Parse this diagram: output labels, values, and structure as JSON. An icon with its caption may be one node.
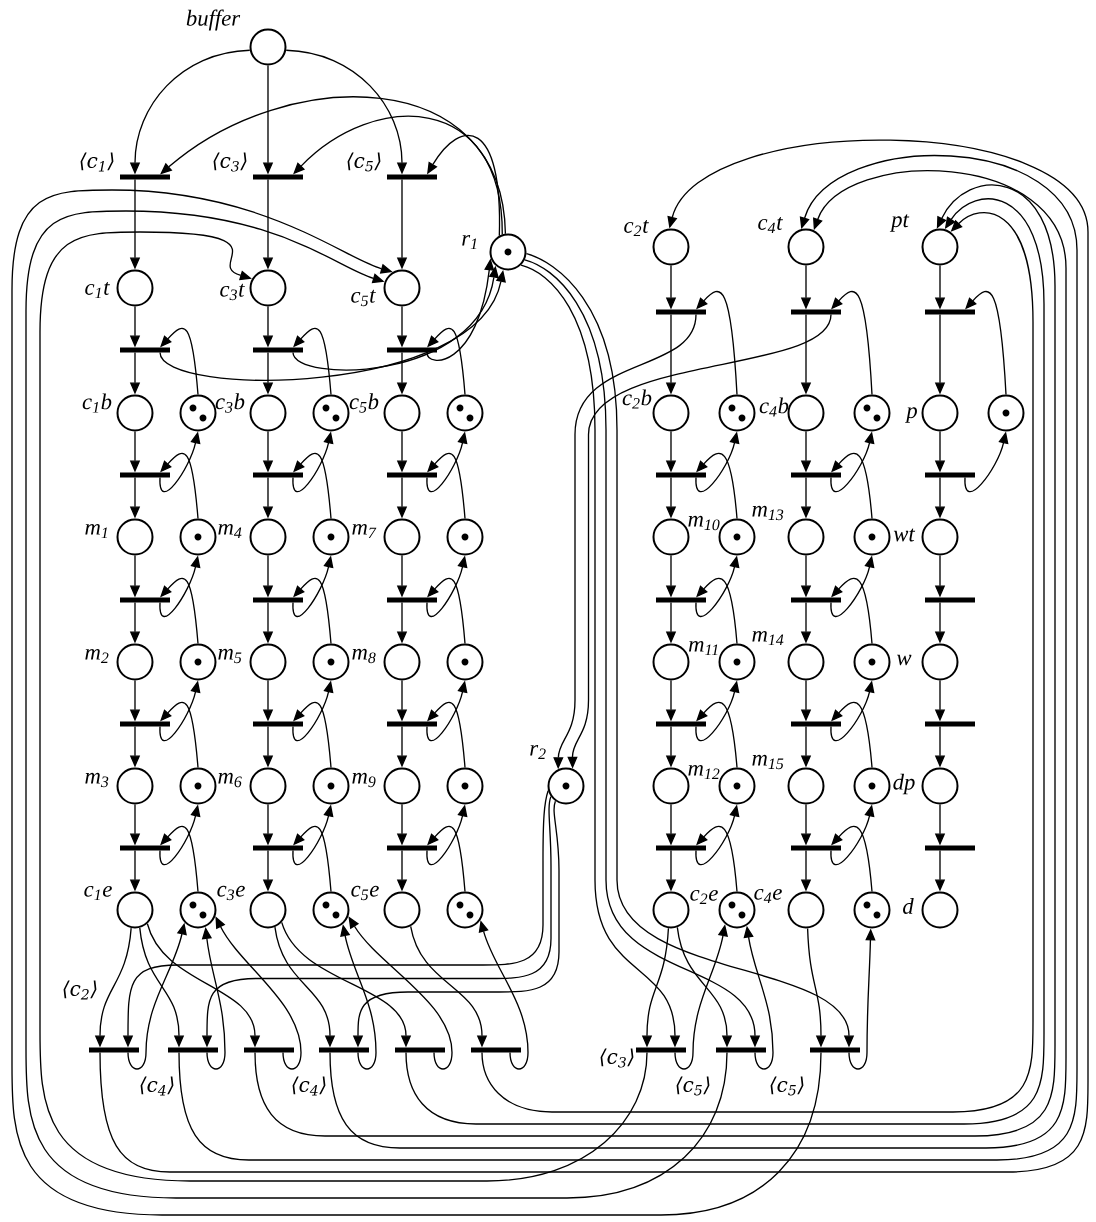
{
  "diagram": {
    "nodes": [
      {
        "text": [
          "buffer"
        ]
      },
      {
        "text": [],
        "shape": "bar",
        "beside": [
          "⟨c$_{1}$⟩"
        ]
      },
      {
        "text": [
          "c$_{1}$t"
        ]
      },
      {
        "text": [],
        "shape": "bar"
      },
      {
        "text": [
          "c$_{1}$b"
        ]
      },
      {
        "text": [],
        "shape": "circle"
      },
      {
        "text": [],
        "shape": "bar"
      },
      {
        "text": [
          "m$_{1}$"
        ]
      },
      {
        "text": [],
        "shape": "circle"
      },
      {
        "text": [],
        "shape": "bar"
      },
      {
        "text": [
          "m$_{2}$"
        ]
      },
      {
        "text": [],
        "shape": "circle"
      },
      {
        "text": [],
        "shape": "bar"
      },
      {
        "text": [
          "m$_{3}$"
        ]
      },
      {
        "text": [],
        "shape": "circle"
      },
      {
        "text": [],
        "shape": "bar"
      },
      {
        "text": [
          "c$_{1}$e"
        ]
      },
      {
        "text": [],
        "shape": "circle"
      },
      {
        "text": [],
        "shape": "bar",
        "beside": [
          "⟨c$_{3}$⟩"
        ]
      },
      {
        "text": [
          "c$_{3}$t"
        ]
      },
      {
        "text": [],
        "shape": "bar"
      },
      {
        "text": [
          "c$_{3}$b"
        ]
      },
      {
        "text": [],
        "shape": "circle"
      },
      {
        "text": [],
        "shape": "bar"
      },
      {
        "text": [
          "m$_{4}$"
        ]
      },
      {
        "text": [],
        "shape": "circle"
      },
      {
        "text": [],
        "shape": "bar"
      },
      {
        "text": [
          "m$_{5}$"
        ]
      },
      {
        "text": [],
        "shape": "circle"
      },
      {
        "text": [],
        "shape": "bar"
      },
      {
        "text": [
          "m$_{6}$"
        ]
      },
      {
        "text": [],
        "shape": "circle"
      },
      {
        "text": [],
        "shape": "bar"
      },
      {
        "text": [
          "c$_{3}$e"
        ]
      },
      {
        "text": [],
        "shape": "circle"
      },
      {
        "text": [],
        "shape": "bar",
        "beside": [
          "⟨c$_{5}$⟩"
        ]
      },
      {
        "text": [
          "c$_{5}$t"
        ]
      },
      {
        "text": [],
        "shape": "bar"
      },
      {
        "text": [
          "c$_{5}$b"
        ]
      },
      {
        "text": [],
        "shape": "circle"
      },
      {
        "text": [],
        "shape": "bar"
      },
      {
        "text": [
          "m$_{7}$"
        ]
      },
      {
        "text": [],
        "shape": "circle"
      },
      {
        "text": [],
        "shape": "bar"
      },
      {
        "text": [
          "m$_{8}$"
        ]
      },
      {
        "text": [],
        "shape": "circle"
      },
      {
        "text": [],
        "shape": "bar"
      },
      {
        "text": [
          "m$_{9}$"
        ]
      },
      {
        "text": [],
        "shape": "circle"
      },
      {
        "text": [],
        "shape": "bar"
      },
      {
        "text": [
          "c$_{5}$e"
        ]
      },
      {
        "text": [],
        "shape": "circle"
      },
      {
        "text": [
          "r$_{1}$"
        ]
      },
      {
        "text": [
          "r$_{2}$"
        ]
      },
      {
        "text": [
          "c$_{2}$t"
        ]
      },
      {
        "text": [],
        "shape": "bar"
      },
      {
        "text": [
          "c$_{2}$b"
        ]
      },
      {
        "text": [],
        "shape": "circle"
      },
      {
        "text": [],
        "shape": "bar"
      },
      {
        "text": [
          "m$_{10}$"
        ]
      },
      {
        "text": [],
        "shape": "circle"
      },
      {
        "text": [],
        "shape": "bar"
      },
      {
        "text": [
          "m$_{11}$"
        ]
      },
      {
        "text": [],
        "shape": "circle"
      },
      {
        "text": [],
        "shape": "bar"
      },
      {
        "text": [
          "m$_{12}$"
        ]
      },
      {
        "text": [],
        "shape": "circle"
      },
      {
        "text": [],
        "shape": "bar"
      },
      {
        "text": [
          "c$_{2}$e"
        ]
      },
      {
        "text": [],
        "shape": "circle"
      },
      {
        "text": [
          "c$_{4}$t"
        ]
      },
      {
        "text": [],
        "shape": "bar"
      },
      {
        "text": [
          "c$_{4}$b"
        ]
      },
      {
        "text": [],
        "shape": "circle"
      },
      {
        "text": [],
        "shape": "bar"
      },
      {
        "text": [
          "m$_{13}$"
        ]
      },
      {
        "text": [],
        "shape": "circle"
      },
      {
        "text": [],
        "shape": "bar"
      },
      {
        "text": [
          "m$_{14}$"
        ]
      },
      {
        "text": [],
        "shape": "circle"
      },
      {
        "text": [],
        "shape": "bar"
      },
      {
        "text": [
          "m$_{15}$"
        ]
      },
      {
        "text": [],
        "shape": "circle"
      },
      {
        "text": [],
        "shape": "bar"
      },
      {
        "text": [
          "c$_{4}$e"
        ]
      },
      {
        "text": [],
        "shape": "circle"
      },
      {
        "text": [
          "pt"
        ]
      },
      {
        "text": [],
        "shape": "bar"
      },
      {
        "text": [
          "p"
        ]
      },
      {
        "text": [],
        "shape": "circle"
      },
      {
        "text": [],
        "shape": "bar"
      },
      {
        "text": [
          "wt"
        ]
      },
      {
        "text": [],
        "shape": "bar"
      },
      {
        "text": [
          "w"
        ]
      },
      {
        "text": [],
        "shape": "bar"
      },
      {
        "text": [
          "dp"
        ]
      },
      {
        "text": [],
        "shape": "bar"
      },
      {
        "text": [
          "d"
        ]
      },
      {
        "text": [],
        "shape": "bar",
        "beside": [
          "⟨c$_{2}$⟩"
        ]
      },
      {
        "text": [],
        "shape": "bar",
        "beside": [
          "⟨c$_{4}$⟩"
        ]
      },
      {
        "text": [],
        "shape": "bar"
      },
      {
        "text": [],
        "shape": "bar",
        "beside": [
          "⟨c$_{4}$⟩"
        ]
      },
      {
        "text": [],
        "shape": "bar"
      },
      {
        "text": [],
        "shape": "bar"
      },
      {
        "text": [],
        "shape": "bar",
        "beside": [
          "⟨c$_{3}$⟩"
        ]
      },
      {
        "text": [],
        "shape": "bar",
        "beside": [
          "⟨c$_{5}$⟩"
        ]
      },
      {
        "text": [],
        "shape": "bar",
        "beside": [
          "⟨c$_{5}$⟩"
        ]
      }
    ],
    "edges": [
      {
        "from": 0,
        "to": 1,
        "arrow": "to"
      },
      {
        "from": 52,
        "to": 1,
        "arrow": "to"
      },
      {
        "from": 1,
        "to": 2,
        "arrow": "to"
      },
      {
        "from": 2,
        "to": 3,
        "arrow": "to"
      },
      {
        "from": 5,
        "to": 3,
        "arrow": "to"
      },
      {
        "from": 3,
        "to": 4,
        "arrow": "to"
      },
      {
        "from": 3,
        "to": 52,
        "arrow": "to"
      },
      {
        "from": 4,
        "to": 6,
        "arrow": "to"
      },
      {
        "from": 8,
        "to": 6,
        "arrow": "to"
      },
      {
        "from": 6,
        "to": 7,
        "arrow": "to"
      },
      {
        "from": 6,
        "to": 5,
        "arrow": "to"
      },
      {
        "from": 7,
        "to": 9,
        "arrow": "to"
      },
      {
        "from": 11,
        "to": 9,
        "arrow": "to"
      },
      {
        "from": 9,
        "to": 10,
        "arrow": "to"
      },
      {
        "from": 9,
        "to": 8,
        "arrow": "to"
      },
      {
        "from": 10,
        "to": 12,
        "arrow": "to"
      },
      {
        "from": 14,
        "to": 12,
        "arrow": "to"
      },
      {
        "from": 12,
        "to": 13,
        "arrow": "to"
      },
      {
        "from": 12,
        "to": 11,
        "arrow": "to"
      },
      {
        "from": 13,
        "to": 15,
        "arrow": "to"
      },
      {
        "from": 17,
        "to": 15,
        "arrow": "to"
      },
      {
        "from": 15,
        "to": 16,
        "arrow": "to"
      },
      {
        "from": 15,
        "to": 14,
        "arrow": "to"
      },
      {
        "from": 0,
        "to": 18,
        "arrow": "to"
      },
      {
        "from": 52,
        "to": 18,
        "arrow": "to"
      },
      {
        "from": 18,
        "to": 19,
        "arrow": "to"
      },
      {
        "from": 19,
        "to": 20,
        "arrow": "to"
      },
      {
        "from": 22,
        "to": 20,
        "arrow": "to"
      },
      {
        "from": 20,
        "to": 21,
        "arrow": "to"
      },
      {
        "from": 20,
        "to": 52,
        "arrow": "to"
      },
      {
        "from": 21,
        "to": 23,
        "arrow": "to"
      },
      {
        "from": 25,
        "to": 23,
        "arrow": "to"
      },
      {
        "from": 23,
        "to": 24,
        "arrow": "to"
      },
      {
        "from": 23,
        "to": 22,
        "arrow": "to"
      },
      {
        "from": 24,
        "to": 26,
        "arrow": "to"
      },
      {
        "from": 28,
        "to": 26,
        "arrow": "to"
      },
      {
        "from": 26,
        "to": 27,
        "arrow": "to"
      },
      {
        "from": 26,
        "to": 25,
        "arrow": "to"
      },
      {
        "from": 27,
        "to": 29,
        "arrow": "to"
      },
      {
        "from": 31,
        "to": 29,
        "arrow": "to"
      },
      {
        "from": 29,
        "to": 30,
        "arrow": "to"
      },
      {
        "from": 29,
        "to": 28,
        "arrow": "to"
      },
      {
        "from": 30,
        "to": 32,
        "arrow": "to"
      },
      {
        "from": 34,
        "to": 32,
        "arrow": "to"
      },
      {
        "from": 32,
        "to": 33,
        "arrow": "to"
      },
      {
        "from": 32,
        "to": 31,
        "arrow": "to"
      },
      {
        "from": 0,
        "to": 35,
        "arrow": "to"
      },
      {
        "from": 52,
        "to": 35,
        "arrow": "to"
      },
      {
        "from": 35,
        "to": 36,
        "arrow": "to"
      },
      {
        "from": 36,
        "to": 37,
        "arrow": "to"
      },
      {
        "from": 39,
        "to": 37,
        "arrow": "to"
      },
      {
        "from": 37,
        "to": 38,
        "arrow": "to"
      },
      {
        "from": 37,
        "to": 52,
        "arrow": "to"
      },
      {
        "from": 38,
        "to": 40,
        "arrow": "to"
      },
      {
        "from": 42,
        "to": 40,
        "arrow": "to"
      },
      {
        "from": 40,
        "to": 41,
        "arrow": "to"
      },
      {
        "from": 40,
        "to": 39,
        "arrow": "to"
      },
      {
        "from": 41,
        "to": 43,
        "arrow": "to"
      },
      {
        "from": 45,
        "to": 43,
        "arrow": "to"
      },
      {
        "from": 43,
        "to": 44,
        "arrow": "to"
      },
      {
        "from": 43,
        "to": 42,
        "arrow": "to"
      },
      {
        "from": 44,
        "to": 46,
        "arrow": "to"
      },
      {
        "from": 48,
        "to": 46,
        "arrow": "to"
      },
      {
        "from": 46,
        "to": 47,
        "arrow": "to"
      },
      {
        "from": 46,
        "to": 45,
        "arrow": "to"
      },
      {
        "from": 47,
        "to": 49,
        "arrow": "to"
      },
      {
        "from": 51,
        "to": 49,
        "arrow": "to"
      },
      {
        "from": 49,
        "to": 50,
        "arrow": "to"
      },
      {
        "from": 49,
        "to": 48,
        "arrow": "to"
      },
      {
        "from": 54,
        "to": 55,
        "arrow": "to"
      },
      {
        "from": 57,
        "to": 55,
        "arrow": "to"
      },
      {
        "from": 55,
        "to": 56,
        "arrow": "to"
      },
      {
        "from": 55,
        "to": 53,
        "arrow": "to"
      },
      {
        "from": 56,
        "to": 58,
        "arrow": "to"
      },
      {
        "from": 60,
        "to": 58,
        "arrow": "to"
      },
      {
        "from": 58,
        "to": 59,
        "arrow": "to"
      },
      {
        "from": 58,
        "to": 57,
        "arrow": "to"
      },
      {
        "from": 59,
        "to": 61,
        "arrow": "to"
      },
      {
        "from": 63,
        "to": 61,
        "arrow": "to"
      },
      {
        "from": 61,
        "to": 62,
        "arrow": "to"
      },
      {
        "from": 61,
        "to": 60,
        "arrow": "to"
      },
      {
        "from": 62,
        "to": 64,
        "arrow": "to"
      },
      {
        "from": 66,
        "to": 64,
        "arrow": "to"
      },
      {
        "from": 64,
        "to": 65,
        "arrow": "to"
      },
      {
        "from": 64,
        "to": 63,
        "arrow": "to"
      },
      {
        "from": 65,
        "to": 67,
        "arrow": "to"
      },
      {
        "from": 69,
        "to": 67,
        "arrow": "to"
      },
      {
        "from": 67,
        "to": 68,
        "arrow": "to"
      },
      {
        "from": 67,
        "to": 66,
        "arrow": "to"
      },
      {
        "from": 70,
        "to": 71,
        "arrow": "to"
      },
      {
        "from": 73,
        "to": 71,
        "arrow": "to"
      },
      {
        "from": 71,
        "to": 72,
        "arrow": "to"
      },
      {
        "from": 71,
        "to": 53,
        "arrow": "to"
      },
      {
        "from": 72,
        "to": 74,
        "arrow": "to"
      },
      {
        "from": 76,
        "to": 74,
        "arrow": "to"
      },
      {
        "from": 74,
        "to": 75,
        "arrow": "to"
      },
      {
        "from": 74,
        "to": 73,
        "arrow": "to"
      },
      {
        "from": 75,
        "to": 77,
        "arrow": "to"
      },
      {
        "from": 79,
        "to": 77,
        "arrow": "to"
      },
      {
        "from": 77,
        "to": 78,
        "arrow": "to"
      },
      {
        "from": 77,
        "to": 76,
        "arrow": "to"
      },
      {
        "from": 78,
        "to": 80,
        "arrow": "to"
      },
      {
        "from": 82,
        "to": 80,
        "arrow": "to"
      },
      {
        "from": 80,
        "to": 81,
        "arrow": "to"
      },
      {
        "from": 80,
        "to": 79,
        "arrow": "to"
      },
      {
        "from": 81,
        "to": 83,
        "arrow": "to"
      },
      {
        "from": 85,
        "to": 83,
        "arrow": "to"
      },
      {
        "from": 83,
        "to": 84,
        "arrow": "to"
      },
      {
        "from": 83,
        "to": 82,
        "arrow": "to"
      },
      {
        "from": 86,
        "to": 87,
        "arrow": "to"
      },
      {
        "from": 89,
        "to": 87,
        "arrow": "to"
      },
      {
        "from": 87,
        "to": 88,
        "arrow": "to"
      },
      {
        "from": 88,
        "to": 90,
        "arrow": "to"
      },
      {
        "from": 90,
        "to": 89,
        "arrow": "to"
      },
      {
        "from": 90,
        "to": 91,
        "arrow": "to"
      },
      {
        "from": 91,
        "to": 92,
        "arrow": "to"
      },
      {
        "from": 92,
        "to": 93,
        "arrow": "to"
      },
      {
        "from": 93,
        "to": 94,
        "arrow": "to"
      },
      {
        "from": 94,
        "to": 95,
        "arrow": "to"
      },
      {
        "from": 95,
        "to": 96,
        "arrow": "to"
      },
      {
        "from": 96,
        "to": 97,
        "arrow": "to"
      },
      {
        "from": 16,
        "to": 98,
        "arrow": "to"
      },
      {
        "from": 16,
        "to": 99,
        "arrow": "to"
      },
      {
        "from": 16,
        "to": 100,
        "arrow": "to"
      },
      {
        "from": 33,
        "to": 101,
        "arrow": "to"
      },
      {
        "from": 33,
        "to": 102,
        "arrow": "to"
      },
      {
        "from": 50,
        "to": 103,
        "arrow": "to"
      },
      {
        "from": 53,
        "to": 98,
        "arrow": "to"
      },
      {
        "from": 53,
        "to": 99,
        "arrow": "to"
      },
      {
        "from": 53,
        "to": 101,
        "arrow": "to"
      },
      {
        "from": 98,
        "to": 17,
        "arrow": "to"
      },
      {
        "from": 99,
        "to": 17,
        "arrow": "to"
      },
      {
        "from": 100,
        "to": 17,
        "arrow": "to"
      },
      {
        "from": 101,
        "to": 34,
        "arrow": "to"
      },
      {
        "from": 102,
        "to": 34,
        "arrow": "to"
      },
      {
        "from": 103,
        "to": 51,
        "arrow": "to"
      },
      {
        "from": 98,
        "to": 54,
        "arrow": "to"
      },
      {
        "from": 99,
        "to": 70,
        "arrow": "to"
      },
      {
        "from": 101,
        "to": 70,
        "arrow": "to"
      },
      {
        "from": 100,
        "to": 86,
        "arrow": "to"
      },
      {
        "from": 102,
        "to": 86,
        "arrow": "to"
      },
      {
        "from": 103,
        "to": 86,
        "arrow": "to"
      },
      {
        "from": 68,
        "to": 104,
        "arrow": "to"
      },
      {
        "from": 68,
        "to": 105,
        "arrow": "to"
      },
      {
        "from": 84,
        "to": 106,
        "arrow": "to"
      },
      {
        "from": 52,
        "to": 104,
        "arrow": "to"
      },
      {
        "from": 52,
        "to": 105,
        "arrow": "to"
      },
      {
        "from": 52,
        "to": 106,
        "arrow": "to"
      },
      {
        "from": 104,
        "to": 69,
        "arrow": "to"
      },
      {
        "from": 105,
        "to": 69,
        "arrow": "to"
      },
      {
        "from": 106,
        "to": 85,
        "arrow": "to"
      },
      {
        "from": 104,
        "to": 19,
        "arrow": "to"
      },
      {
        "from": 105,
        "to": 36,
        "arrow": "to"
      },
      {
        "from": 106,
        "to": 36,
        "arrow": "to"
      }
    ]
  }
}
